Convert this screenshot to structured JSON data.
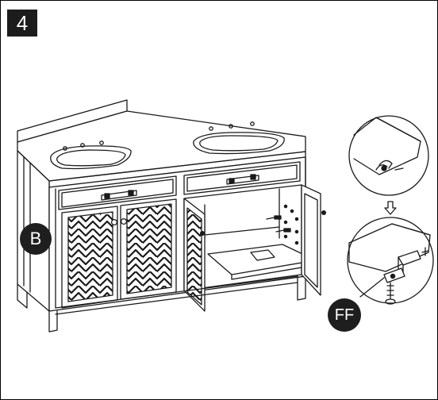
{
  "step": {
    "number": "4"
  },
  "callouts": {
    "panel_label": "B",
    "part_label": "FF"
  },
  "icons": {
    "arrow": "arrow-down-icon",
    "screw": "screw-icon",
    "bracket": "l-bracket-icon"
  }
}
